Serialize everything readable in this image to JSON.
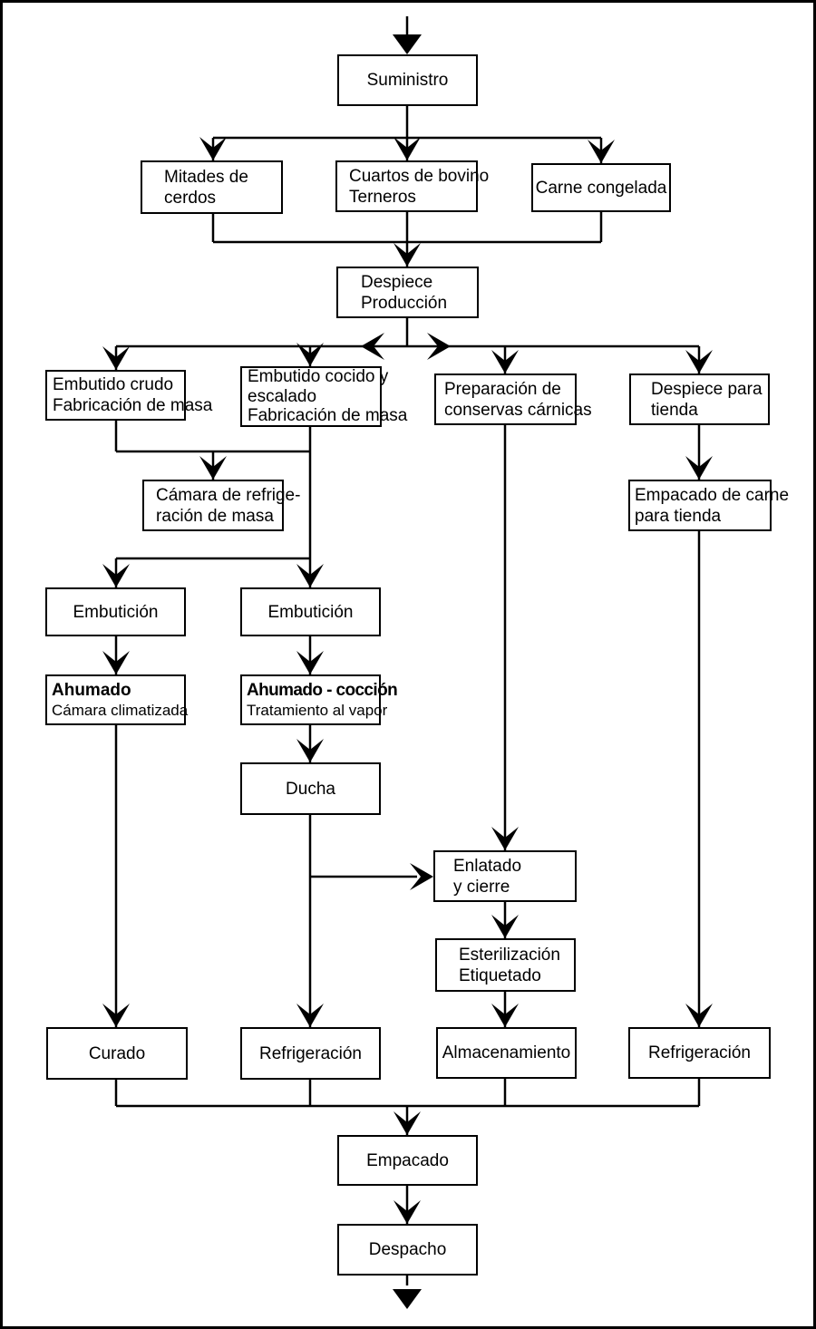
{
  "diagram": {
    "type": "flowchart",
    "language": "es",
    "background_color": "#ffffff",
    "line_color": "#000000",
    "nodes": {
      "suministro": {
        "lines": [
          "Suministro"
        ]
      },
      "mitades_cerdos": {
        "lines": [
          "Mitades de",
          "cerdos"
        ]
      },
      "cuartos_bovino": {
        "lines": [
          "Cuartos de bovino",
          "Terneros"
        ]
      },
      "carne_congelada": {
        "lines": [
          "Carne congelada"
        ]
      },
      "despiece_produccion": {
        "lines": [
          "Despiece",
          "Producción"
        ]
      },
      "embutido_crudo": {
        "lines": [
          "Embutido crudo",
          "Fabricación de masa"
        ]
      },
      "embutido_cocido": {
        "lines": [
          "Embutido cocido y",
          "escalado",
          "Fabricación de masa"
        ]
      },
      "preparacion_conservas": {
        "lines": [
          "Preparación de",
          "conservas cárnicas"
        ]
      },
      "despiece_tienda": {
        "lines": [
          "Despiece para",
          "tienda"
        ]
      },
      "camara_refrigeracion": {
        "lines": [
          "Cámara de refrige-",
          "ración de masa"
        ]
      },
      "empacado_carne_tienda": {
        "lines": [
          "Empacado de carne",
          "para tienda"
        ]
      },
      "embuticion_izq": {
        "lines": [
          "Embutición"
        ]
      },
      "embuticion_der": {
        "lines": [
          "Embutición"
        ]
      },
      "ahumado": {
        "lines": [
          "Ahumado",
          "Cámara climatizada"
        ]
      },
      "ahumado_coccion": {
        "lines": [
          "Ahumado - cocción",
          "Tratamiento al vapor"
        ]
      },
      "ducha": {
        "lines": [
          "Ducha"
        ]
      },
      "enlatado_cierre": {
        "lines": [
          "Enlatado",
          "y cierre"
        ]
      },
      "esterilizacion_etiquetado": {
        "lines": [
          "Esterilización",
          "Etiquetado"
        ]
      },
      "curado": {
        "lines": [
          "Curado"
        ]
      },
      "refrigeracion_izq": {
        "lines": [
          "Refrigeración"
        ]
      },
      "almacenamiento": {
        "lines": [
          "Almacenamiento"
        ]
      },
      "refrigeracion_der": {
        "lines": [
          "Refrigeración"
        ]
      },
      "empacado": {
        "lines": [
          "Empacado"
        ]
      },
      "despacho": {
        "lines": [
          "Despacho"
        ]
      }
    },
    "edges": [
      {
        "from": "inicio",
        "to": "suministro"
      },
      {
        "from": "suministro",
        "to": "mitades_cerdos"
      },
      {
        "from": "suministro",
        "to": "cuartos_bovino"
      },
      {
        "from": "suministro",
        "to": "carne_congelada"
      },
      {
        "from": "mitades_cerdos",
        "to": "despiece_produccion"
      },
      {
        "from": "cuartos_bovino",
        "to": "despiece_produccion"
      },
      {
        "from": "carne_congelada",
        "to": "despiece_produccion"
      },
      {
        "from": "despiece_produccion",
        "to": "embutido_crudo"
      },
      {
        "from": "despiece_produccion",
        "to": "embutido_cocido"
      },
      {
        "from": "despiece_produccion",
        "to": "preparacion_conservas"
      },
      {
        "from": "despiece_produccion",
        "to": "despiece_tienda"
      },
      {
        "from": "embutido_crudo",
        "to": "camara_refrigeracion"
      },
      {
        "from": "embutido_cocido",
        "to": "camara_refrigeracion"
      },
      {
        "from": "embutido_cocido",
        "to": "embuticion_izq"
      },
      {
        "from": "embutido_cocido",
        "to": "embuticion_der"
      },
      {
        "from": "embuticion_izq",
        "to": "ahumado"
      },
      {
        "from": "embuticion_der",
        "to": "ahumado_coccion"
      },
      {
        "from": "ahumado",
        "to": "curado"
      },
      {
        "from": "ahumado_coccion",
        "to": "ducha"
      },
      {
        "from": "ducha",
        "to": "refrigeracion_izq"
      },
      {
        "from": "ducha",
        "to": "enlatado_cierre"
      },
      {
        "from": "preparacion_conservas",
        "to": "enlatado_cierre"
      },
      {
        "from": "enlatado_cierre",
        "to": "esterilizacion_etiquetado"
      },
      {
        "from": "esterilizacion_etiquetado",
        "to": "almacenamiento"
      },
      {
        "from": "despiece_tienda",
        "to": "empacado_carne_tienda"
      },
      {
        "from": "empacado_carne_tienda",
        "to": "refrigeracion_der"
      },
      {
        "from": "curado",
        "to": "empacado"
      },
      {
        "from": "refrigeracion_izq",
        "to": "empacado"
      },
      {
        "from": "almacenamiento",
        "to": "empacado"
      },
      {
        "from": "refrigeracion_der",
        "to": "empacado"
      },
      {
        "from": "empacado",
        "to": "despacho"
      },
      {
        "from": "despacho",
        "to": "salida"
      }
    ]
  }
}
